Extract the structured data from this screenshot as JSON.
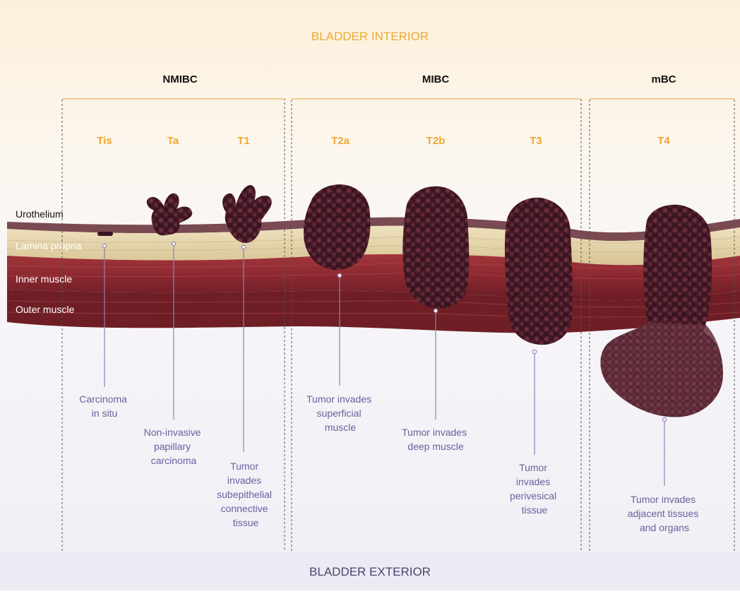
{
  "top_label": "BLADDER INTERIOR",
  "bottom_label": "BLADDER EXTERIOR",
  "groups": [
    "NMIBC",
    "MIBC",
    "mBC"
  ],
  "stages": [
    {
      "code": "Tis",
      "desc": [
        "Carcinoma",
        "in situ"
      ]
    },
    {
      "code": "Ta",
      "desc": [
        "Non-invasive",
        "papillary",
        "carcinoma"
      ]
    },
    {
      "code": "T1",
      "desc": [
        "Tumor",
        "invades",
        "subepithelial",
        "connective",
        "tissue"
      ]
    },
    {
      "code": "T2a",
      "desc": [
        "Tumor invades",
        "superficial",
        "muscle"
      ]
    },
    {
      "code": "T2b",
      "desc": [
        "Tumor invades",
        "deep muscle"
      ]
    },
    {
      "code": "T3",
      "desc": [
        "Tumor",
        "invades",
        "perivesical",
        "tissue"
      ]
    },
    {
      "code": "T4",
      "desc": [
        "Tumor invades",
        "adjacent tissues",
        "and organs"
      ]
    }
  ],
  "layers": [
    "Urothelium",
    "Lamina propria",
    "Inner muscle",
    "Outer muscle"
  ],
  "colors": {
    "accent_gold": "#F0A830",
    "desc_purple": "#6B5E9E",
    "tumor": "#3A1420",
    "lamina": "#E6D6AE",
    "muscle": "#8E2A2E",
    "outer_muscle": "#6E1E24"
  }
}
